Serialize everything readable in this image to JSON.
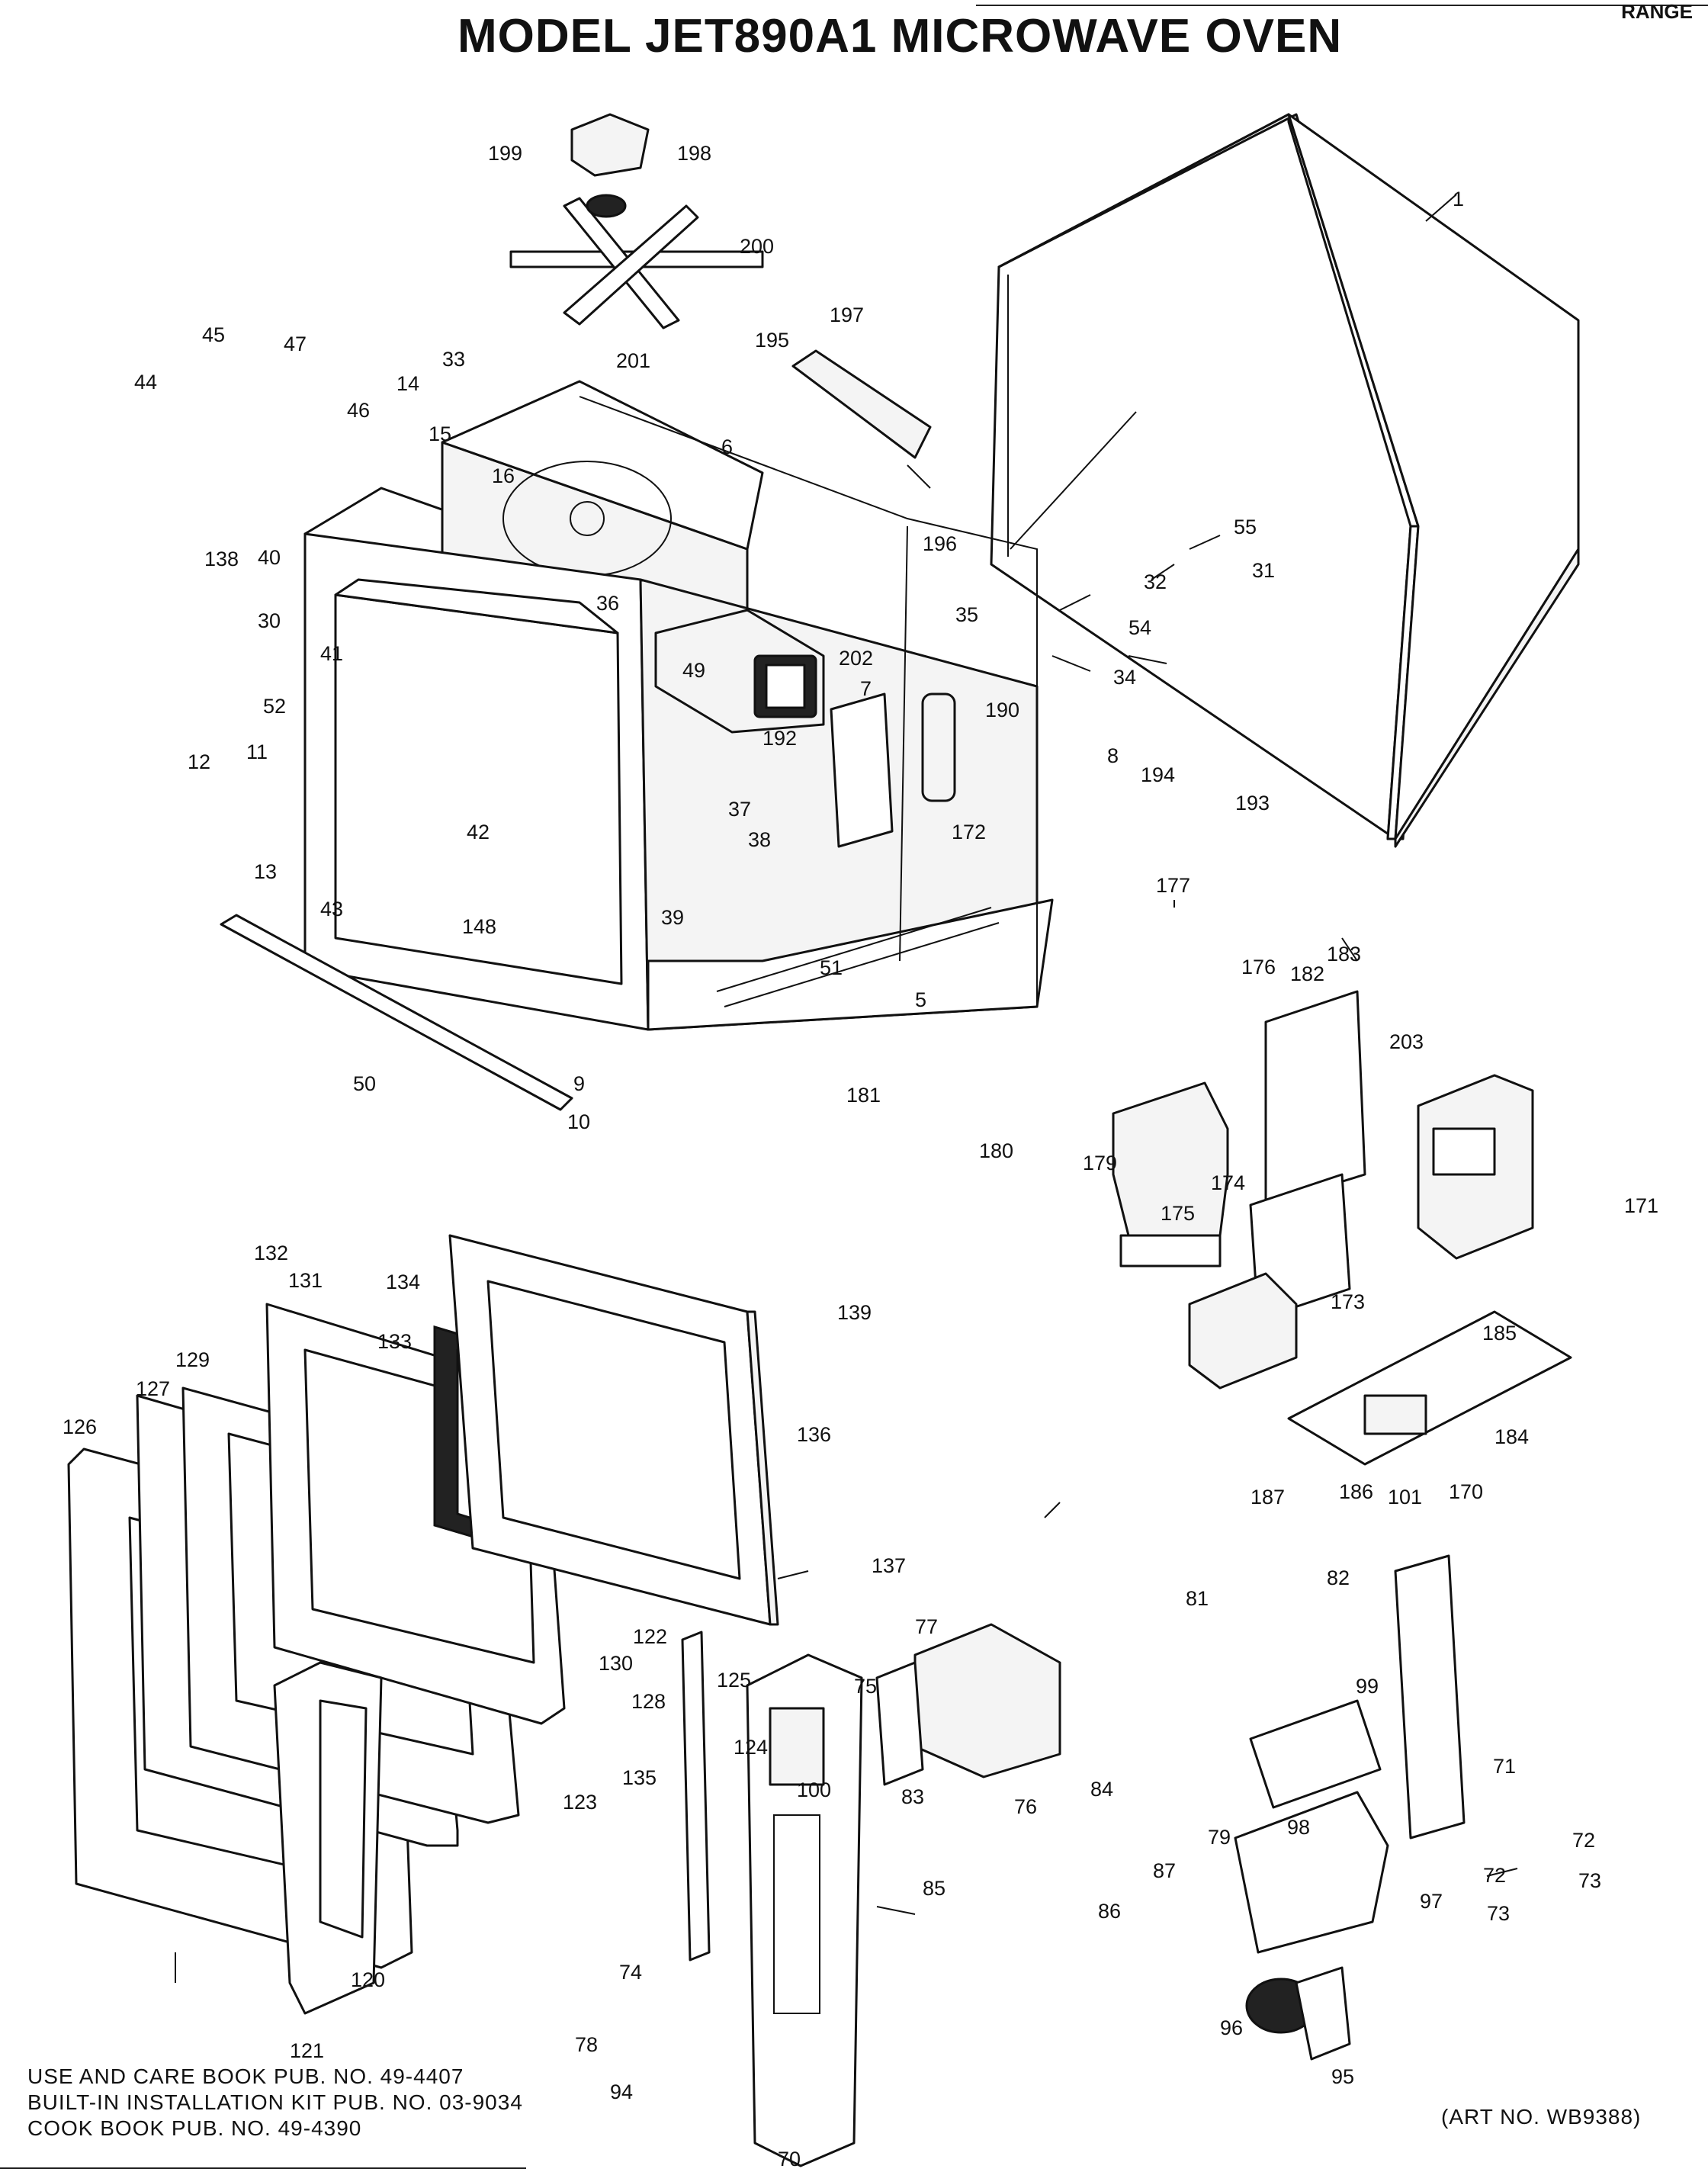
{
  "title": "MODEL JET890A1 MICROWAVE OVEN",
  "corner_label": "RANGE",
  "publications": [
    "USE AND CARE BOOK PUB. NO. 49-4407",
    "BUILT-IN INSTALLATION KIT PUB. NO. 03-9034",
    "COOK BOOK PUB. NO. 49-4390"
  ],
  "art_number": "(ART NO. WB9388)",
  "parts": [
    "1",
    "5",
    "6",
    "7",
    "8",
    "9",
    "10",
    "11",
    "12",
    "13",
    "14",
    "15",
    "16",
    "30",
    "31",
    "32",
    "33",
    "34",
    "35",
    "36",
    "37",
    "38",
    "39",
    "40",
    "41",
    "42",
    "43",
    "44",
    "45",
    "46",
    "47",
    "49",
    "50",
    "51",
    "52",
    "54",
    "55",
    "70",
    "71",
    "72",
    "72",
    "73",
    "73",
    "74",
    "75",
    "76",
    "77",
    "78",
    "79",
    "81",
    "82",
    "83",
    "84",
    "85",
    "86",
    "87",
    "94",
    "95",
    "96",
    "97",
    "98",
    "99",
    "100",
    "101",
    "120",
    "121",
    "122",
    "123",
    "124",
    "125",
    "126",
    "127",
    "128",
    "129",
    "130",
    "131",
    "132",
    "133",
    "134",
    "135",
    "136",
    "137",
    "138",
    "139",
    "148",
    "170",
    "171",
    "172",
    "173",
    "174",
    "175",
    "176",
    "177",
    "179",
    "180",
    "181",
    "182",
    "183",
    "184",
    "185",
    "186",
    "187",
    "190",
    "192",
    "193",
    "194",
    "195",
    "196",
    "197",
    "198",
    "199",
    "200",
    "201",
    "202",
    "203"
  ]
}
